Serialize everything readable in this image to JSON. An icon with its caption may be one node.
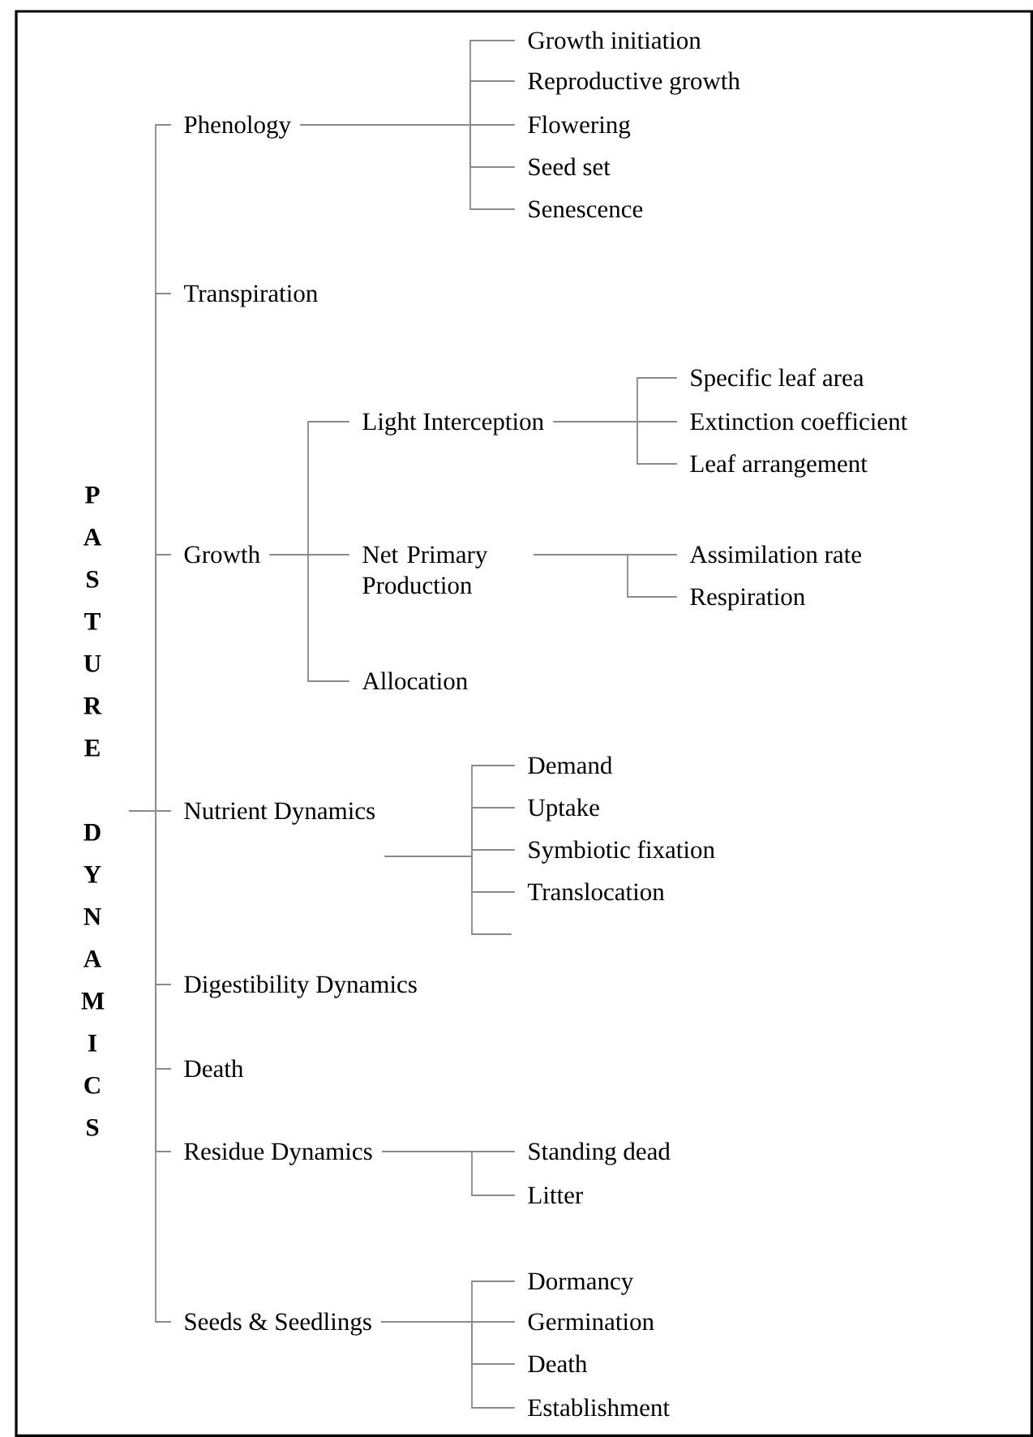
{
  "diagram": {
    "nodes": [
      {
        "text": [
          "PASTURE DYNAMICS"
        ]
      },
      {
        "text": [
          "Phenology"
        ]
      },
      {
        "text": [
          "Growth initiation"
        ]
      },
      {
        "text": [
          "Reproductive growth"
        ]
      },
      {
        "text": [
          "Flowering"
        ]
      },
      {
        "text": [
          "Seed set"
        ]
      },
      {
        "text": [
          "Senescence"
        ]
      },
      {
        "text": [
          "Transpiration"
        ]
      },
      {
        "text": [
          "Growth"
        ]
      },
      {
        "text": [
          "Light Interception"
        ]
      },
      {
        "text": [
          "Specific leaf area"
        ]
      },
      {
        "text": [
          "Extinction coefficient"
        ]
      },
      {
        "text": [
          "Leaf arrangement"
        ]
      },
      {
        "text": [
          "Net Primary Production"
        ]
      },
      {
        "text": [
          "Assimilation rate"
        ]
      },
      {
        "text": [
          "Respiration"
        ]
      },
      {
        "text": [
          "Allocation"
        ]
      },
      {
        "text": [
          "Nutrient Dynamics"
        ]
      },
      {
        "text": [
          "Demand"
        ]
      },
      {
        "text": [
          "Uptake"
        ]
      },
      {
        "text": [
          "Symbiotic fixation"
        ]
      },
      {
        "text": [
          "Translocation"
        ]
      },
      {
        "text": [
          "Digestibility Dynamics"
        ]
      },
      {
        "text": [
          "Death"
        ]
      },
      {
        "text": [
          "Residue Dynamics"
        ]
      },
      {
        "text": [
          "Standing dead"
        ]
      },
      {
        "text": [
          "Litter"
        ]
      },
      {
        "text": [
          "Seeds & Seedlings"
        ]
      },
      {
        "text": [
          "Dormancy"
        ]
      },
      {
        "text": [
          "Germination"
        ]
      },
      {
        "text": [
          "Death"
        ]
      },
      {
        "text": [
          "Establishment"
        ]
      }
    ],
    "edges": [
      {
        "from": 0,
        "to": 1,
        "arrow": "none"
      },
      {
        "from": 0,
        "to": 7,
        "arrow": "none"
      },
      {
        "from": 0,
        "to": 8,
        "arrow": "none"
      },
      {
        "from": 0,
        "to": 17,
        "arrow": "none"
      },
      {
        "from": 0,
        "to": 22,
        "arrow": "none"
      },
      {
        "from": 0,
        "to": 23,
        "arrow": "none"
      },
      {
        "from": 0,
        "to": 24,
        "arrow": "none"
      },
      {
        "from": 0,
        "to": 27,
        "arrow": "none"
      },
      {
        "from": 1,
        "to": 2,
        "arrow": "none"
      },
      {
        "from": 1,
        "to": 3,
        "arrow": "none"
      },
      {
        "from": 1,
        "to": 4,
        "arrow": "none"
      },
      {
        "from": 1,
        "to": 5,
        "arrow": "none"
      },
      {
        "from": 1,
        "to": 6,
        "arrow": "none"
      },
      {
        "from": 8,
        "to": 9,
        "arrow": "none"
      },
      {
        "from": 8,
        "to": 13,
        "arrow": "none"
      },
      {
        "from": 8,
        "to": 16,
        "arrow": "none"
      },
      {
        "from": 9,
        "to": 10,
        "arrow": "none"
      },
      {
        "from": 9,
        "to": 11,
        "arrow": "none"
      },
      {
        "from": 9,
        "to": 12,
        "arrow": "none"
      },
      {
        "from": 13,
        "to": 14,
        "arrow": "none"
      },
      {
        "from": 13,
        "to": 15,
        "arrow": "none"
      },
      {
        "from": 17,
        "to": 18,
        "arrow": "none"
      },
      {
        "from": 17,
        "to": 19,
        "arrow": "none"
      },
      {
        "from": 17,
        "to": 20,
        "arrow": "none"
      },
      {
        "from": 17,
        "to": 21,
        "arrow": "none"
      },
      {
        "from": 17,
        "to": null,
        "arrow": "none"
      },
      {
        "from": 24,
        "to": 25,
        "arrow": "none"
      },
      {
        "from": 24,
        "to": 26,
        "arrow": "none"
      },
      {
        "from": 27,
        "to": 28,
        "arrow": "none"
      },
      {
        "from": 27,
        "to": 29,
        "arrow": "none"
      },
      {
        "from": 27,
        "to": 30,
        "arrow": "none"
      },
      {
        "from": 27,
        "to": 31,
        "arrow": "none"
      }
    ]
  }
}
